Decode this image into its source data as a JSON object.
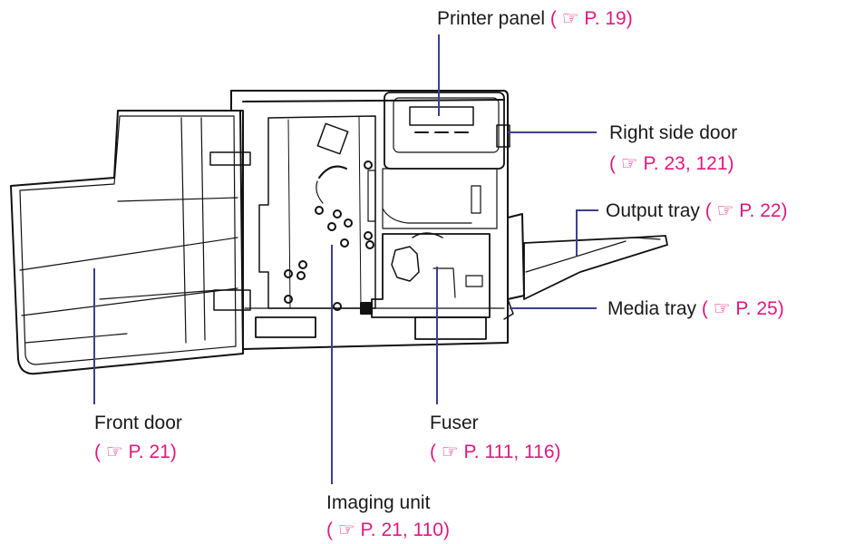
{
  "colors": {
    "callout_line": "#3d3f8f",
    "reference_text": "#e0197e",
    "label_text": "#1a1a1a",
    "outline": "#111111"
  },
  "icons": {
    "page_reference": "pointing-hand-icon"
  },
  "labels": {
    "printer_panel": {
      "name": "Printer panel",
      "ref_open": "( ",
      "ref_icon": "☞",
      "ref_text": " P. 19)"
    },
    "right_side_door": {
      "name": "Right side door",
      "ref_open": "( ",
      "ref_icon": "☞",
      "ref_text": " P. 23, 121)"
    },
    "output_tray": {
      "name": "Output tray",
      "ref_open": "( ",
      "ref_icon": "☞",
      "ref_text": " P. 22)"
    },
    "media_tray": {
      "name": "Media tray",
      "ref_open": "( ",
      "ref_icon": "☞",
      "ref_text": " P. 25)"
    },
    "front_door": {
      "name": "Front door",
      "ref_open": "( ",
      "ref_icon": "☞",
      "ref_text": " P. 21)"
    },
    "fuser": {
      "name": "Fuser",
      "ref_open": "( ",
      "ref_icon": "☞",
      "ref_text": " P. 111, 116)"
    },
    "imaging_unit": {
      "name": "Imaging unit",
      "ref_open": "( ",
      "ref_icon": "☞",
      "ref_text": " P. 21, 110)"
    }
  }
}
